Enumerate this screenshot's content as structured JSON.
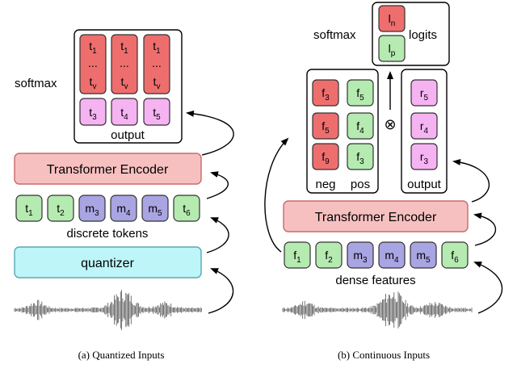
{
  "colors": {
    "token_green": "#b5eab0",
    "token_purple": "#a9a4e2",
    "token_red": "#ee6e6e",
    "token_pink": "#f5b3f2",
    "encoder_fill": "#f7c0c0",
    "encoder_stroke": "#c86a6a",
    "quantizer_fill": "#bdf5f8",
    "quantizer_stroke": "#5aa9b0",
    "waveform": "#555555"
  },
  "left": {
    "softmax_label": "softmax",
    "output_label": "output",
    "vocab_columns": [
      {
        "top": "t1",
        "dots": "...",
        "bottom": "tv",
        "target": "t3"
      },
      {
        "top": "t1",
        "dots": "...",
        "bottom": "tv",
        "target": "t4"
      },
      {
        "top": "t1",
        "dots": "...",
        "bottom": "tv",
        "target": "t5"
      }
    ],
    "encoder_label": "Transformer Encoder",
    "tokens": [
      "t1",
      "t2",
      "m3",
      "m4",
      "m5",
      "t6"
    ],
    "tokens_label": "discrete tokens",
    "quantizer_label": "quantizer",
    "caption": "(a) Quantized Inputs"
  },
  "right": {
    "softmax_label": "softmax",
    "logits_label": "logits",
    "logit_neg": "ln",
    "logit_pos": "lp",
    "neg_tokens": [
      "f3",
      "f5",
      "f9"
    ],
    "pos_tokens": [
      "f5",
      "f4",
      "f3"
    ],
    "neg_label": "neg",
    "pos_label": "pos",
    "product_symbol": "⊗",
    "output_tokens": [
      "r5",
      "r4",
      "r3"
    ],
    "output_label": "output",
    "encoder_label": "Transformer Encoder",
    "features": [
      "f1",
      "f2",
      "m3",
      "m4",
      "m5",
      "f6"
    ],
    "features_label": "dense features",
    "caption": "(b) Continuous Inputs"
  }
}
